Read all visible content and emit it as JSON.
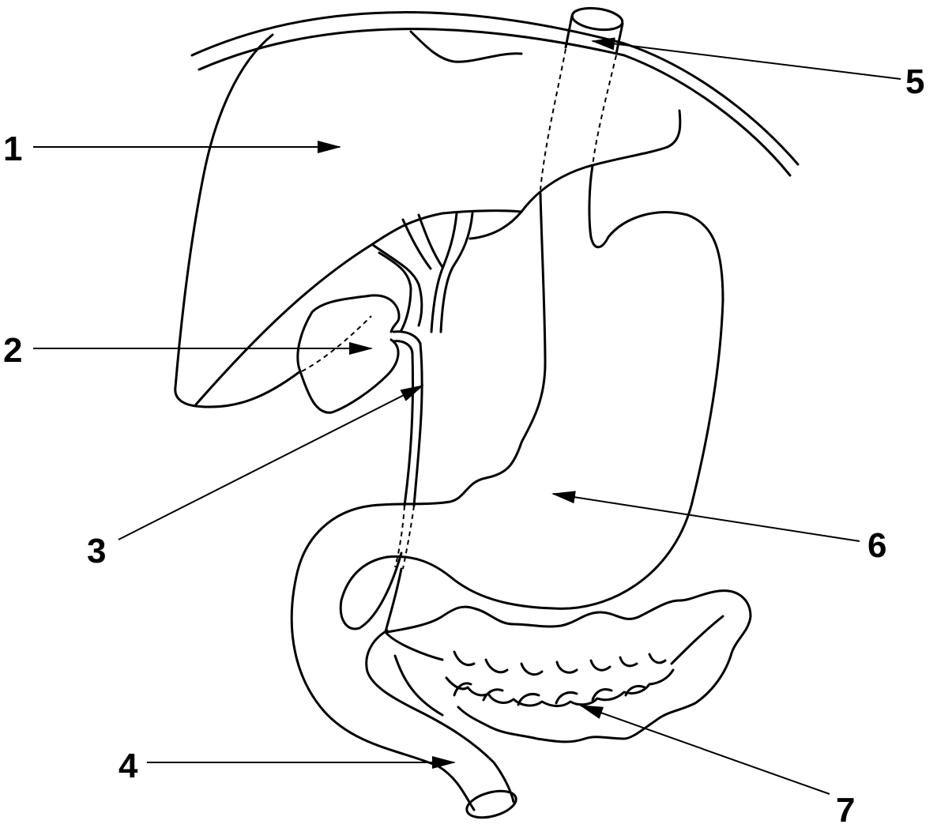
{
  "labels": [
    {
      "id": "1",
      "text": "1"
    },
    {
      "id": "2",
      "text": "2"
    },
    {
      "id": "3",
      "text": "3"
    },
    {
      "id": "4",
      "text": "4"
    },
    {
      "id": "5",
      "text": "5"
    },
    {
      "id": "6",
      "text": "6"
    },
    {
      "id": "7",
      "text": "7"
    }
  ]
}
